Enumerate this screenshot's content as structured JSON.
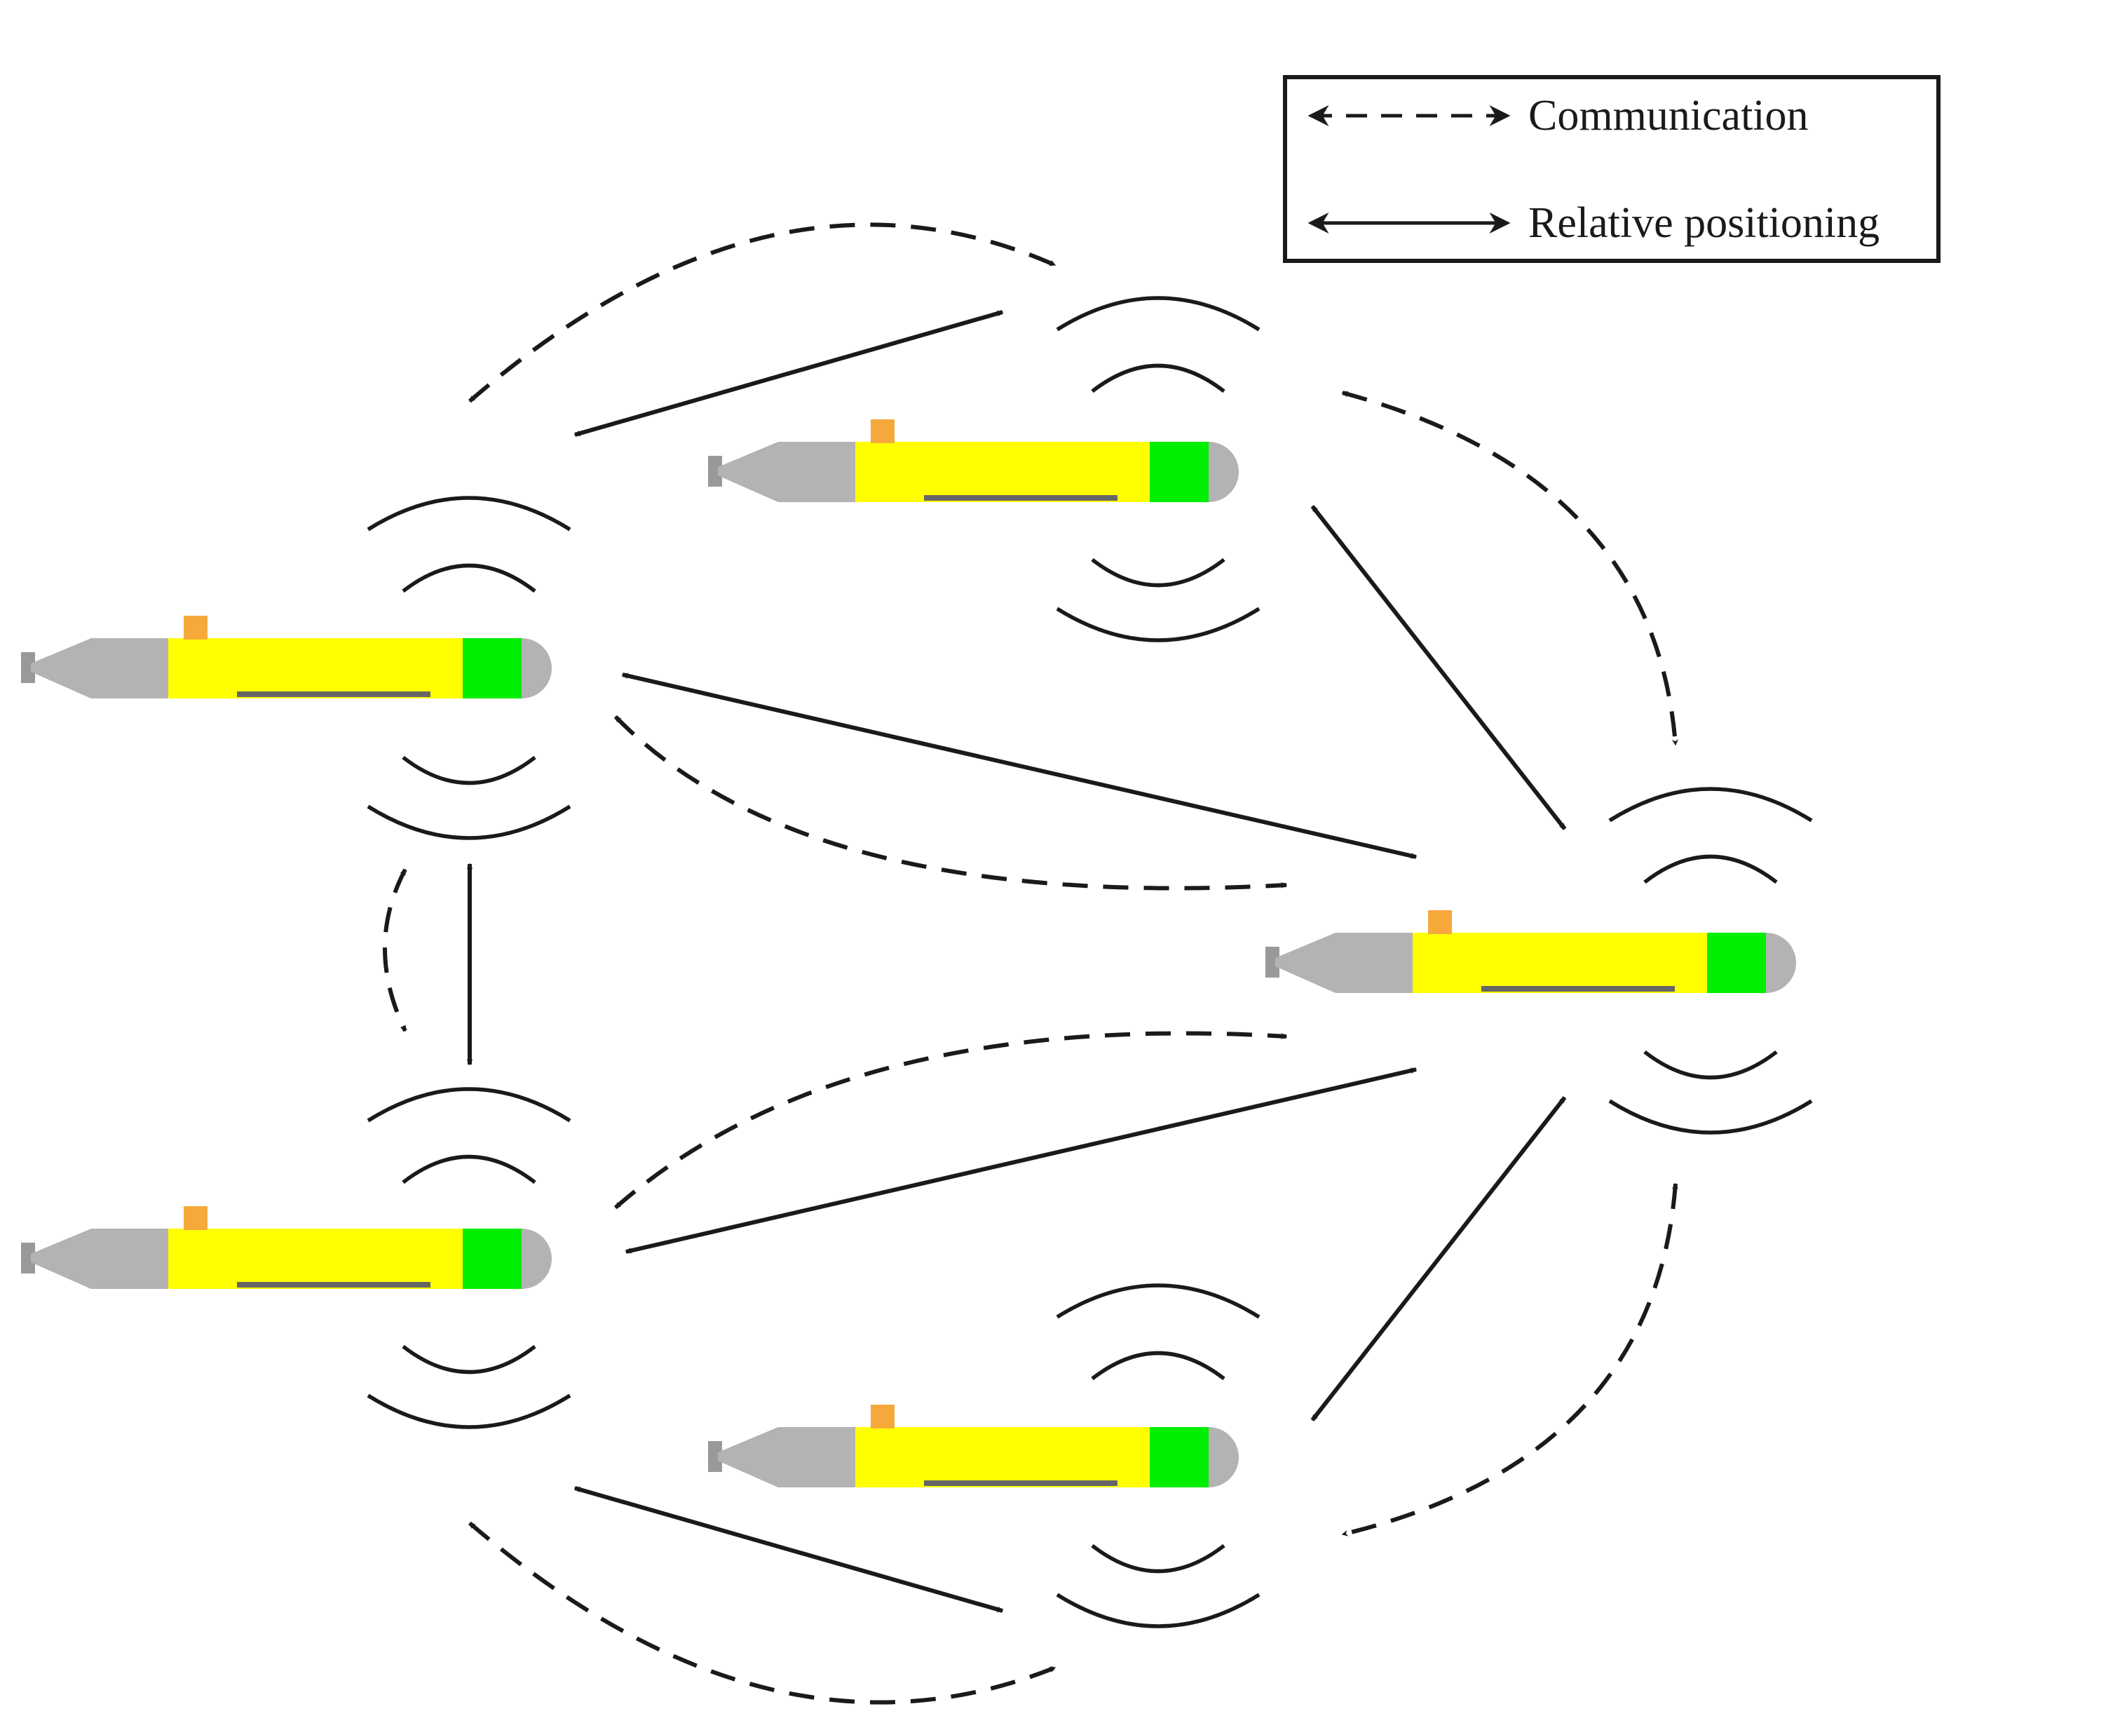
{
  "legend": {
    "communication_label": "Communication",
    "relative_positioning_label": "Relative positioning"
  },
  "colors": {
    "body": "#ffff00",
    "nose": "#00ee00",
    "tail": "#b3b3b3",
    "fin": "#f6a93b",
    "keel": "#666666",
    "line": "#1a1a1a"
  },
  "icons": {
    "vehicle": "auv-icon",
    "signal": "acoustic-wave-icon"
  },
  "vehicles": [
    {
      "id": "top"
    },
    {
      "id": "left-upper"
    },
    {
      "id": "right"
    },
    {
      "id": "left-lower"
    },
    {
      "id": "bottom"
    }
  ],
  "links": [
    {
      "from": "left-upper",
      "to": "top",
      "types": [
        "communication",
        "relative_positioning"
      ]
    },
    {
      "from": "top",
      "to": "right",
      "types": [
        "communication",
        "relative_positioning"
      ]
    },
    {
      "from": "left-upper",
      "to": "right",
      "types": [
        "communication",
        "relative_positioning"
      ]
    },
    {
      "from": "left-upper",
      "to": "left-lower",
      "types": [
        "communication",
        "relative_positioning"
      ]
    },
    {
      "from": "left-lower",
      "to": "right",
      "types": [
        "communication",
        "relative_positioning"
      ]
    },
    {
      "from": "right",
      "to": "bottom",
      "types": [
        "communication",
        "relative_positioning"
      ]
    },
    {
      "from": "left-lower",
      "to": "bottom",
      "types": [
        "communication",
        "relative_positioning"
      ]
    }
  ]
}
